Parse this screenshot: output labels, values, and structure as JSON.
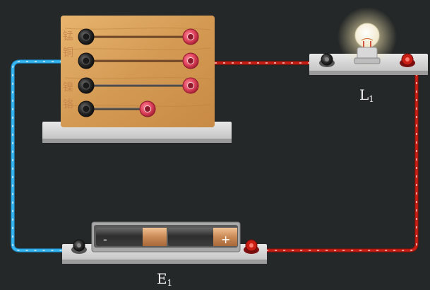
{
  "resistance_board": {
    "wires": [
      {
        "label": "锰"
      },
      {
        "label": "铜"
      },
      {
        "label": "镍"
      },
      {
        "label": "铬"
      }
    ]
  },
  "lamp": {
    "name": "L",
    "subscript": "1"
  },
  "battery": {
    "name": "E",
    "subscript": "1",
    "minus": "-",
    "plus": "+"
  },
  "colors": {
    "background": "#252828",
    "wire_negative": "#2ea7e6",
    "wire_positive": "#c81e14",
    "wood": "#d9a45f",
    "terminal_red": "#e0455e",
    "platform": "#d6d6d6"
  }
}
